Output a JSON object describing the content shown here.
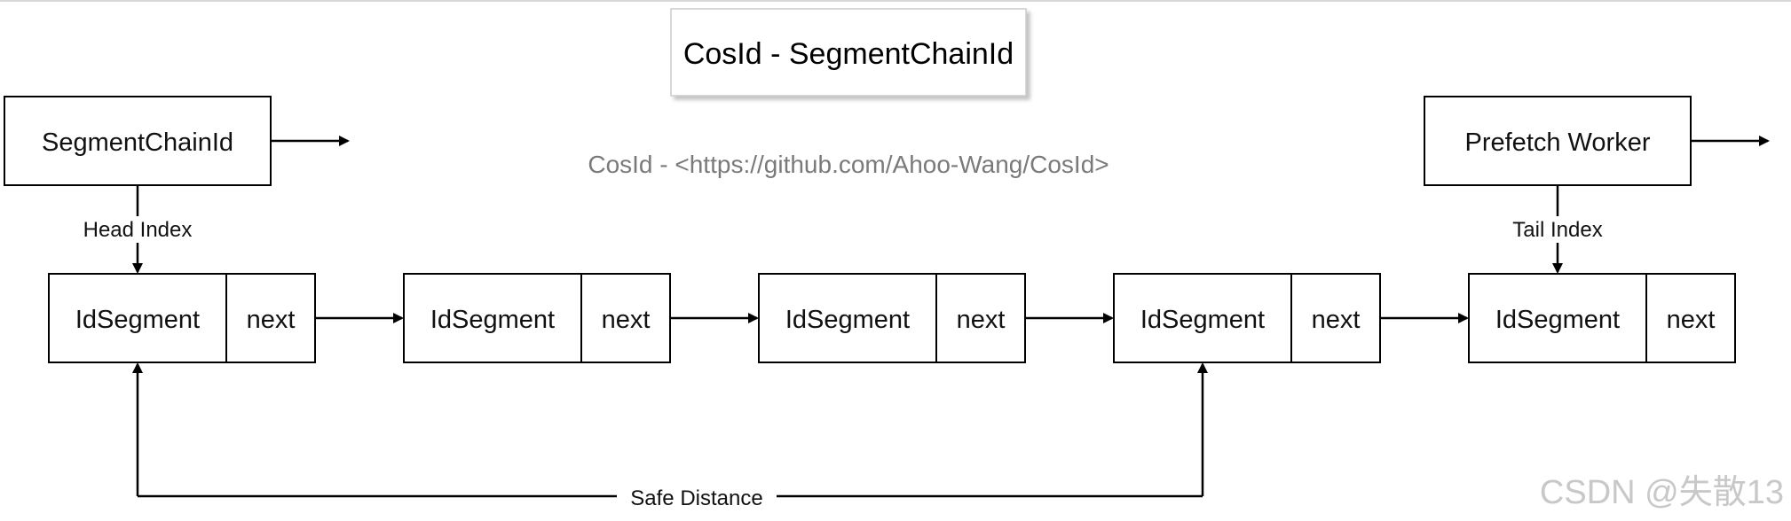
{
  "title": "CosId - SegmentChainId",
  "link_text": "CosId - <https://github.com/Ahoo-Wang/CosId>",
  "left_box": "SegmentChainId",
  "right_box": "Prefetch Worker",
  "head_label": "Head Index",
  "tail_label": "Tail Index",
  "segments": [
    {
      "label": "IdSegment",
      "next": "next"
    },
    {
      "label": "IdSegment",
      "next": "next"
    },
    {
      "label": "IdSegment",
      "next": "next"
    },
    {
      "label": "IdSegment",
      "next": "next"
    },
    {
      "label": "IdSegment",
      "next": "next"
    }
  ],
  "safe_distance_label": "Safe Distance",
  "watermark": "CSDN @失散13"
}
